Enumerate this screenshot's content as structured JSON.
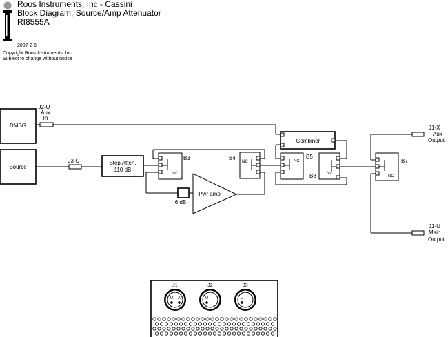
{
  "header": {
    "company": "Roos Instruments, Inc - Cassini",
    "title": "Block Diagram, Source/Amp Attenuator",
    "part_number": "RI8555A",
    "date": "2007-2-6",
    "copyright": "Copyright Roos Instruments, Inc.",
    "notice": "Subject to change without notice"
  },
  "blocks": {
    "dmsg": "DMSG",
    "source": "Source",
    "step_atten_line1": "Step Atten.",
    "step_atten_line2": "110 dB",
    "combiner": "Combiner",
    "pwr_amp": "Pwr amp",
    "atten_6db": "6 dB"
  },
  "switches": {
    "b3": "B3",
    "b4": "B4",
    "b5": "B5",
    "b8": "B8",
    "b7": "B7",
    "nc": "NC"
  },
  "connectors": {
    "j2u_line1": "J2-U",
    "j2u_line2": "Aux",
    "j2u_line3": "In",
    "j3u": "J3-U",
    "j1x_line1": "J1-X",
    "j1x_line2": "Aux",
    "j1x_line3": "Output",
    "j1u_line1": "J1-U",
    "j1u_line2": "Main",
    "j1u_line3": "Output"
  },
  "front_panel": {
    "jacks": [
      {
        "label": "J1",
        "pins": [
          "U",
          "X"
        ]
      },
      {
        "label": "J2",
        "pins": [
          "U",
          ""
        ]
      },
      {
        "label": "J3",
        "pins": [
          "U",
          ""
        ]
      }
    ]
  },
  "colors": {
    "line": "#000000",
    "logo_circle": "#999999",
    "background": "#ffffff"
  },
  "icons": {
    "logo": "roos-instruments-logo"
  }
}
